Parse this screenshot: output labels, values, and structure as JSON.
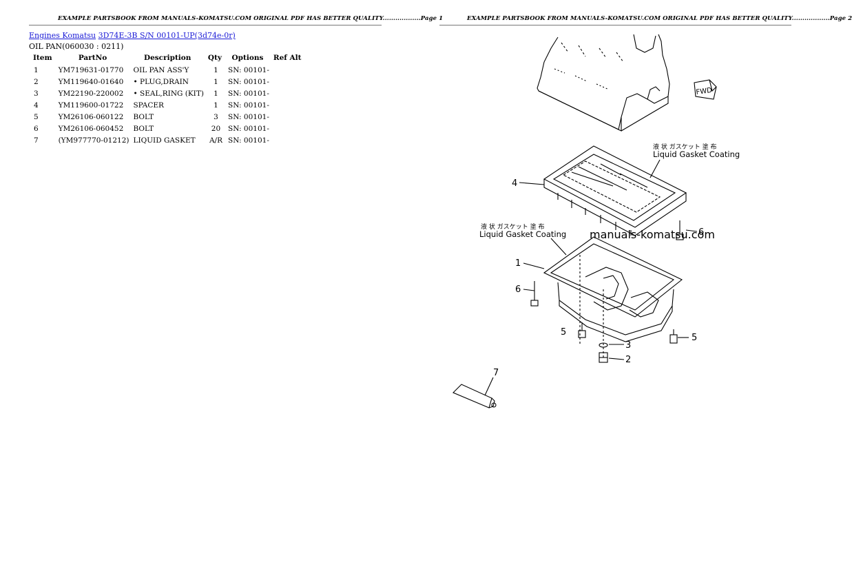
{
  "header": {
    "left_text": "EXAMPLE PARTSBOOK FROM MANUALS-KOMATSU.COM ORIGINAL PDF HAS BETTER QUALITY..................Page 1",
    "right_text": "EXAMPLE PARTSBOOK FROM MANUALS-KOMATSU.COM ORIGINAL PDF HAS BETTER QUALITY..................Page 2"
  },
  "breadcrumb": {
    "link1": "Engines Komatsu",
    "link2": "3D74E-3B S/N 00101-UP(3d74e-0r)"
  },
  "section_title": "OIL PAN(060030 : 0211)",
  "table": {
    "columns": [
      "Item",
      "PartNo",
      "Description",
      "Qty",
      "Options",
      "Ref Alt"
    ],
    "rows": [
      {
        "item": "1",
        "part_no": "YM719631-01770",
        "description": "OIL PAN ASS'Y",
        "qty": "1",
        "options": "SN: 00101-",
        "ref_alt": ""
      },
      {
        "item": "2",
        "part_no": "YM119640-01640",
        "description": "• PLUG,DRAIN",
        "qty": "1",
        "options": "SN: 00101-",
        "ref_alt": ""
      },
      {
        "item": "3",
        "part_no": "YM22190-220002",
        "description": "• SEAL,RING (KIT)",
        "qty": "1",
        "options": "SN: 00101-",
        "ref_alt": ""
      },
      {
        "item": "4",
        "part_no": "YM119600-01722",
        "description": "SPACER",
        "qty": "1",
        "options": "SN: 00101-",
        "ref_alt": ""
      },
      {
        "item": "5",
        "part_no": "YM26106-060122",
        "description": "BOLT",
        "qty": "3",
        "options": "SN: 00101-",
        "ref_alt": ""
      },
      {
        "item": "6",
        "part_no": "YM26106-060452",
        "description": "BOLT",
        "qty": "20",
        "options": "SN: 00101-",
        "ref_alt": ""
      },
      {
        "item": "7",
        "part_no": "(YM977770-01212)",
        "description": "LIQUID GASKET",
        "qty": "A/R",
        "options": "SN: 00101-",
        "ref_alt": ""
      }
    ]
  },
  "diagram": {
    "fwd_label": "FWD",
    "gasket_jp": "液 状 ガスケット 塗 布",
    "gasket_en": "Liquid Gasket Coating",
    "callouts": [
      "4",
      "6",
      "1",
      "6",
      "5",
      "3",
      "5",
      "2",
      "7"
    ]
  },
  "watermark": "manuals-komatsu.com"
}
